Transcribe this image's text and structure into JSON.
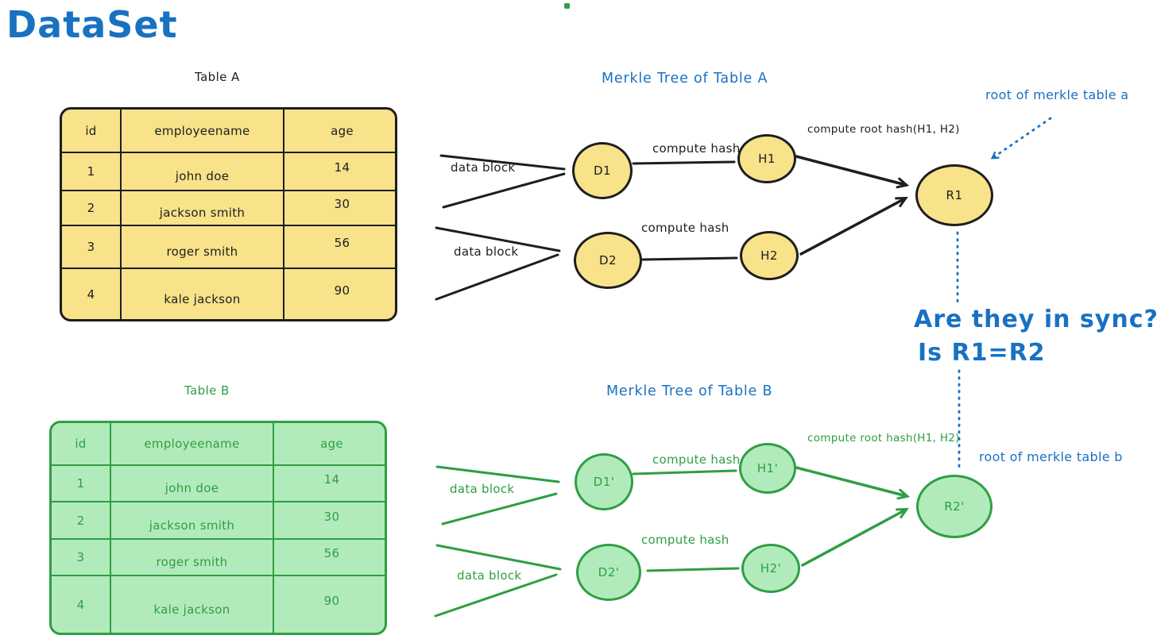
{
  "title": "DataSet",
  "colors": {
    "ink": "#1e1e1e",
    "blue": "#1971c2",
    "green": "#2f9e44",
    "yellow-fill": "#f8e28a",
    "green-fill": "#b2ebbb"
  },
  "tables": {
    "a": {
      "caption": "Table A",
      "headers": [
        "id",
        "employeename",
        "age"
      ],
      "rows": [
        [
          "1",
          "john doe",
          "14"
        ],
        [
          "2",
          "jackson smith",
          "30"
        ],
        [
          "3",
          "roger smith",
          "56"
        ],
        [
          "4",
          "kale jackson",
          "90"
        ]
      ]
    },
    "b": {
      "caption": "Table B",
      "headers": [
        "id",
        "employeename",
        "age"
      ],
      "rows": [
        [
          "1",
          "john doe",
          "14"
        ],
        [
          "2",
          "jackson smith",
          "30"
        ],
        [
          "3",
          "roger smith",
          "56"
        ],
        [
          "4",
          "kale jackson",
          "90"
        ]
      ]
    }
  },
  "tree_a": {
    "title": "Merkle Tree of Table A",
    "labels": {
      "data_block": "data block",
      "compute_hash": "compute hash",
      "compute_root": "compute root hash(H1, H2)"
    },
    "nodes": {
      "d1": "D1",
      "d2": "D2",
      "h1": "H1",
      "h2": "H2",
      "root": "R1"
    }
  },
  "tree_b": {
    "title": "Merkle Tree of Table B",
    "labels": {
      "data_block": "data block",
      "compute_hash": "compute hash",
      "compute_root": "compute root hash(H1, H2)"
    },
    "nodes": {
      "d1": "D1'",
      "d2": "D2'",
      "h1": "H1'",
      "h2": "H2'",
      "root": "R2'"
    }
  },
  "annotations": {
    "root_a": "root of merkle table a",
    "root_b": "root of merkle table b",
    "sync_line1": "Are they in sync?",
    "sync_line2": "Is R1=R2"
  }
}
